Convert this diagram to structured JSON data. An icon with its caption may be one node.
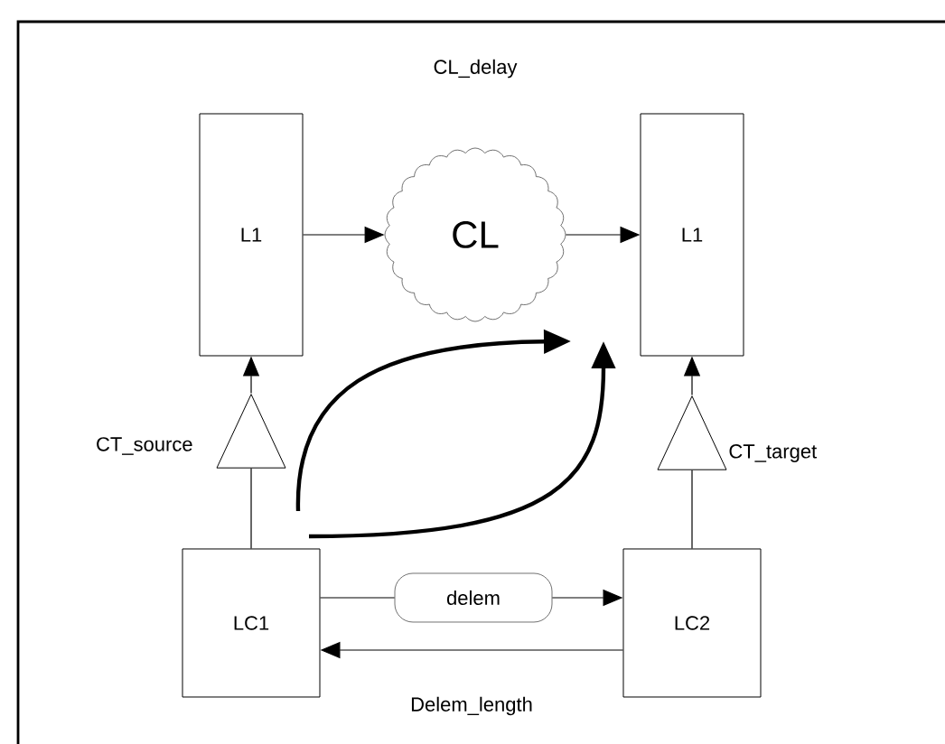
{
  "diagram": {
    "title": "CL_delay",
    "nodes": [
      {
        "text": [
          "L1"
        ]
      },
      {
        "text": [
          "CL"
        ]
      },
      {
        "text": [
          "L1"
        ]
      },
      {
        "text": [],
        "shape": "triangle",
        "beside": [
          "CT_source"
        ]
      },
      {
        "text": [],
        "shape": "triangle",
        "beside": [
          "CT_target"
        ]
      },
      {
        "text": [
          "LC1"
        ]
      },
      {
        "text": [
          "delem"
        ]
      },
      {
        "text": [
          "LC2"
        ]
      }
    ],
    "edges": [
      {
        "from": 0,
        "to": 1,
        "arrow": "to"
      },
      {
        "from": 1,
        "to": 2,
        "arrow": "to"
      },
      {
        "from": 3,
        "to": 0,
        "arrow": "to"
      },
      {
        "from": 4,
        "to": 2,
        "arrow": "to"
      },
      {
        "from": 5,
        "to": 3,
        "arrow": "none"
      },
      {
        "from": 7,
        "to": 4,
        "arrow": "none"
      },
      {
        "from": 5,
        "to": 6,
        "arrow": "none"
      },
      {
        "from": 6,
        "to": 7,
        "arrow": "to"
      },
      {
        "from": 7,
        "to": 5,
        "arrow": "to",
        "label": "Delem_length"
      }
    ]
  }
}
